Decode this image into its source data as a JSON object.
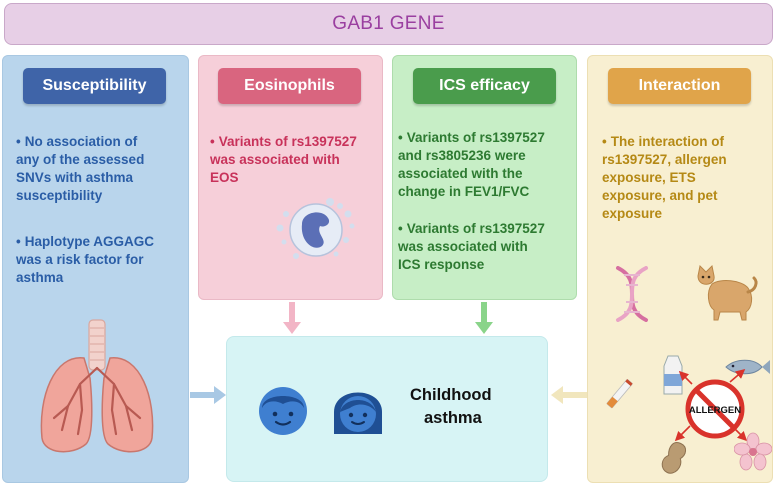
{
  "title": "GAB1 GENE",
  "panels": {
    "susceptibility": {
      "label": "Susceptibility",
      "bullets": [
        [
          "No association of",
          "any of the assessed",
          "SNVs with asthma",
          "susceptibility"
        ],
        [
          "Haplotype AGGAGC",
          "was a risk factor for",
          "asthma"
        ]
      ]
    },
    "eosinophils": {
      "label": "Eosinophils",
      "bullets": [
        [
          "Variants of rs1397527",
          "was associated with",
          "EOS"
        ]
      ]
    },
    "ics": {
      "label": "ICS efficacy",
      "bullets": [
        [
          "Variants of rs1397527",
          "and rs3805236 were",
          "associated with the",
          "change in FEV1/FVC"
        ],
        [
          "Variants of rs1397527",
          "was associated with",
          "ICS response"
        ]
      ]
    },
    "interaction": {
      "label": "Interaction",
      "bullets": [
        [
          "The interaction of",
          "rs1397527, allergen",
          "exposure, ETS",
          "exposure, and pet",
          "exposure"
        ]
      ],
      "allergen_label": "ALLERGEN"
    }
  },
  "center": {
    "line1": "Childhood",
    "line2": "asthma"
  },
  "colors": {
    "title_text": "#9a3fa0",
    "susceptibility": "#3f64a8",
    "eosinophils": "#d9657f",
    "ics": "#4a9c4c",
    "interaction": "#e0a44a"
  },
  "icons": [
    "lungs-icon",
    "eosinophil-cell-icon",
    "dna-icon",
    "cat-icon",
    "cigarette-icon",
    "milk-carton-icon",
    "fish-icon",
    "peanut-icon",
    "flower-icon",
    "boy-face-icon",
    "girl-face-icon"
  ]
}
